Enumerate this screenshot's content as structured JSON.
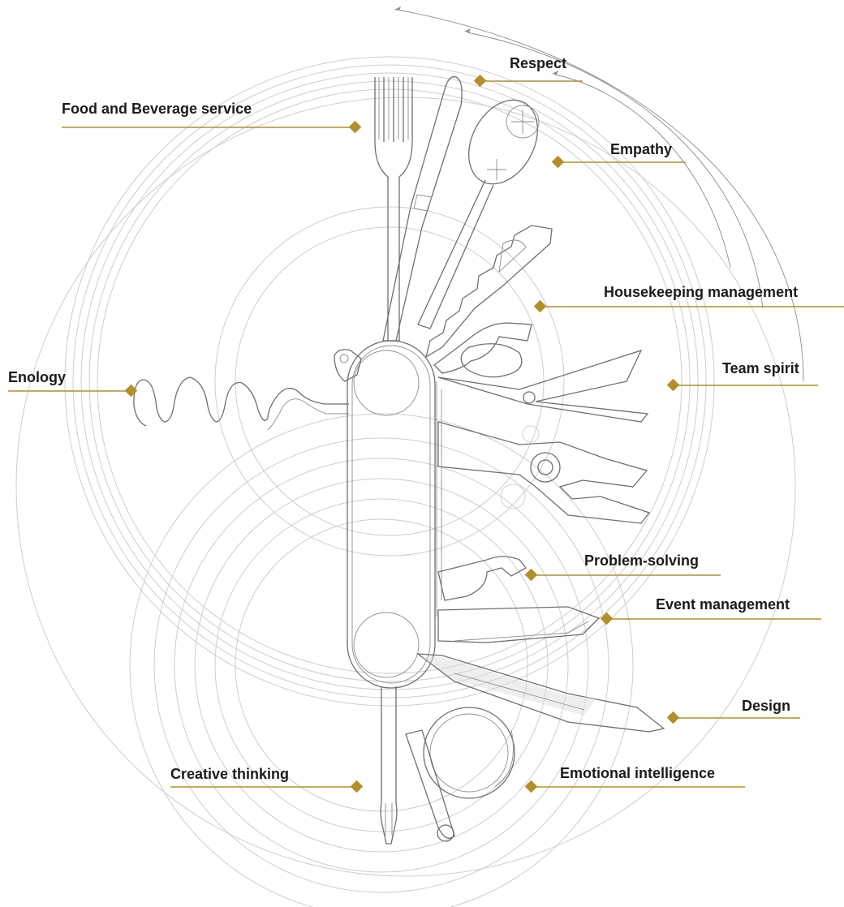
{
  "colors": {
    "accent": "#b38f2a",
    "line": "#6f6f6f",
    "circle": "#cdcdcd",
    "text": "#1b1b1b"
  },
  "labels": {
    "respect": "Respect",
    "food_beverage": "Food and Beverage service",
    "empathy": "Empathy",
    "housekeeping": "Housekeeping management",
    "enology": "Enology",
    "team_spirit": "Team spirit",
    "problem_solving": "Problem-solving",
    "event_management": "Event management",
    "design": "Design",
    "creative_thinking": "Creative thinking",
    "emotional_intelligence": "Emotional intelligence"
  },
  "icons": {
    "knife": "swiss-army-knife-icon",
    "marker": "diamond-marker-icon"
  }
}
